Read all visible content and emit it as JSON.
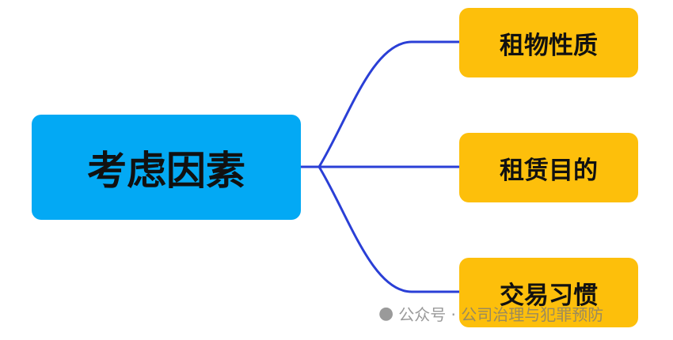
{
  "root": {
    "label": "考虑因素"
  },
  "children": [
    {
      "label": "租物性质"
    },
    {
      "label": "租赁目的"
    },
    {
      "label": "交易习惯"
    }
  ],
  "watermark": {
    "text": "公众号 · 公司治理与犯罪预防"
  },
  "colors": {
    "root": "#03a9f4",
    "leaf": "#fdbf0b",
    "edge": "#2a3fd6"
  }
}
